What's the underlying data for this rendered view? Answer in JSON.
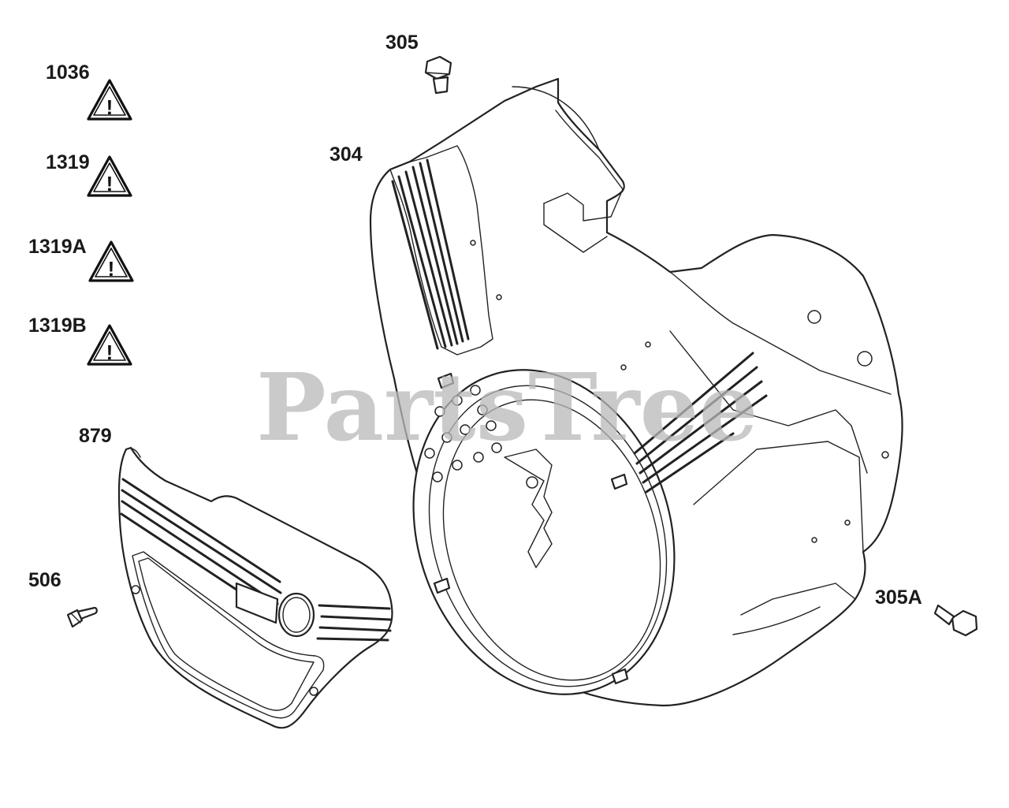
{
  "watermark": "PartsTree",
  "callouts": {
    "c1036": "1036",
    "c1319": "1319",
    "c1319a": "1319A",
    "c1319b": "1319B",
    "c879": "879",
    "c506": "506",
    "c305": "305",
    "c304": "304",
    "c305a": "305A"
  },
  "warning_glyph": "!",
  "icons": [
    "warning-triangle-icon"
  ],
  "colors": {
    "line": "#222222",
    "watermark": "#b9b9b9",
    "background": "#ffffff"
  }
}
